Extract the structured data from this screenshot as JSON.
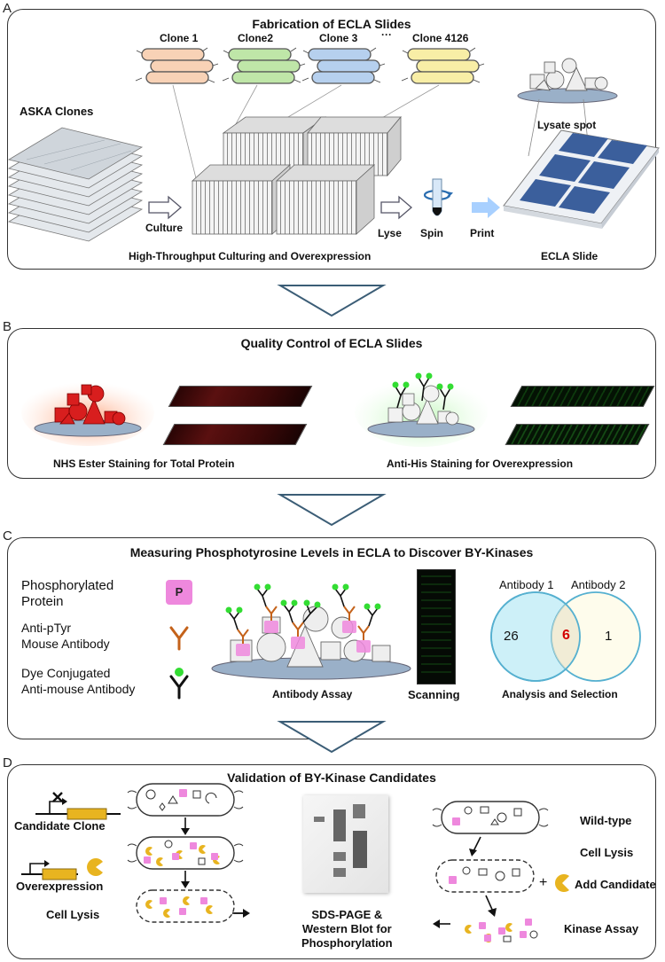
{
  "panel_a": {
    "letter": "A",
    "title": "Fabrication of ECLA Slides",
    "clones": [
      "Clone 1",
      "Clone2",
      "Clone 3",
      "Clone 4126"
    ],
    "ellipsis": "···",
    "aska_label": "ASKA Clones",
    "culture_label": "Culture",
    "lyse_label": "Lyse",
    "spin_label": "Spin",
    "print_label": "Print",
    "lysate_label": "Lysate spot",
    "htp_label": "High-Throughput Culturing and Overexpression",
    "ecla_label": "ECLA Slide"
  },
  "panel_b": {
    "letter": "B",
    "title": "Quality Control of ECLA Slides",
    "nhs_label": "NHS Ester Staining for Total Protein",
    "his_label": "Anti-His Staining for Overexpression"
  },
  "panel_c": {
    "letter": "C",
    "title": "Measuring Phosphotyrosine Levels in ECLA to Discover BY-Kinases",
    "legend": {
      "phos_line1": "Phosphorylated",
      "phos_line2": "Protein",
      "p_symbol": "P",
      "antiptyr_line1": "Anti-pTyr",
      "antiptyr_line2": "Mouse Antibody",
      "dye_line1": "Dye Conjugated",
      "dye_line2": "Anti-mouse Antibody"
    },
    "assay_label": "Antibody Assay",
    "scan_label": "Scanning",
    "analysis_label": "Analysis and Selection",
    "venn": {
      "set1_name": "Antibody 1",
      "set2_name": "Antibody 2",
      "only1": "26",
      "both": "6",
      "only2": "1"
    }
  },
  "panel_d": {
    "letter": "D",
    "title": "Validation of BY-Kinase Candidates",
    "candidate_label": "Candidate Clone",
    "overexp_label": "Overexpression",
    "lysis_left_label": "Cell Lysis",
    "sds_line1": "SDS-PAGE &",
    "sds_line2": "Western Blot for",
    "sds_line3": "Phosphorylation",
    "wildtype_label": "Wild-type",
    "lysis_right_label": "Cell Lysis",
    "add_label": "Add Candidate",
    "kinase_label": "Kinase Assay",
    "plus": "+"
  },
  "colors": {
    "venn_left_fill": "#cdf0f8",
    "venn_right_fill": "#fdfbe4",
    "venn_stroke": "#55b0d0",
    "overlap_number": "#d40000",
    "pink": "#ee88dd",
    "yellow": "#e8b420",
    "green_dot": "#33dd33"
  }
}
